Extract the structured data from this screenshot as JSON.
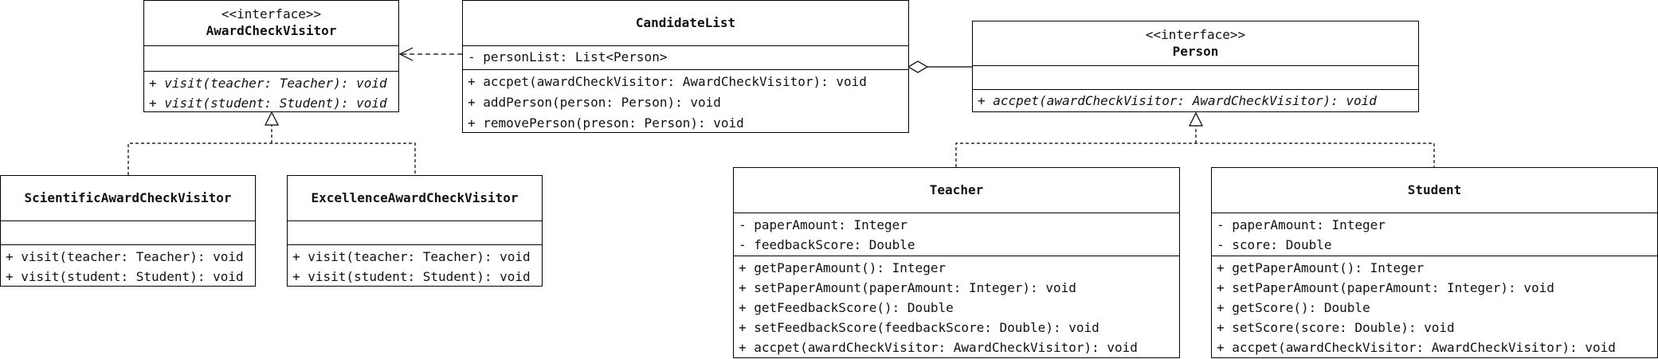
{
  "classes": {
    "award_check_visitor": {
      "stereotype": "<<interface>>",
      "name": "AwardCheckVisitor",
      "attributes": [],
      "methods": [
        "+ visit(teacher: Teacher): void",
        "+ visit(student: Student): void"
      ]
    },
    "candidate_list": {
      "name": "CandidateList",
      "attributes": [
        "- personList: List<Person>"
      ],
      "methods": [
        "+ accpet(awardCheckVisitor: AwardCheckVisitor): void",
        "+ addPerson(person: Person): void",
        "+ removePerson(preson: Person): void"
      ]
    },
    "person": {
      "stereotype": "<<interface>>",
      "name": "Person",
      "attributes": [],
      "methods": [
        "+ accpet(awardCheckVisitor: AwardCheckVisitor): void"
      ]
    },
    "scientific_visitor": {
      "name": "ScientificAwardCheckVisitor",
      "attributes": [],
      "methods": [
        "+ visit(teacher: Teacher): void",
        "+ visit(student: Student): void"
      ]
    },
    "excellence_visitor": {
      "name": "ExcellenceAwardCheckVisitor",
      "attributes": [],
      "methods": [
        "+ visit(teacher: Teacher): void",
        "+ visit(student: Student): void"
      ]
    },
    "teacher": {
      "name": "Teacher",
      "attributes": [
        "- paperAmount: Integer",
        "- feedbackScore: Double"
      ],
      "methods": [
        "+ getPaperAmount(): Integer",
        "+ setPaperAmount(paperAmount: Integer): void",
        "+ getFeedbackScore(): Double",
        "+ setFeedbackScore(feedbackScore: Double): void",
        "+ accpet(awardCheckVisitor: AwardCheckVisitor): void"
      ]
    },
    "student": {
      "name": "Student",
      "attributes": [
        "- paperAmount: Integer",
        "- score: Double"
      ],
      "methods": [
        "+ getPaperAmount(): Integer",
        "+ setPaperAmount(paperAmount: Integer): void",
        "+ getScore(): Double",
        "+ setScore(score: Double): void",
        "+ accpet(awardCheckVisitor: AwardCheckVisitor): void"
      ]
    }
  }
}
